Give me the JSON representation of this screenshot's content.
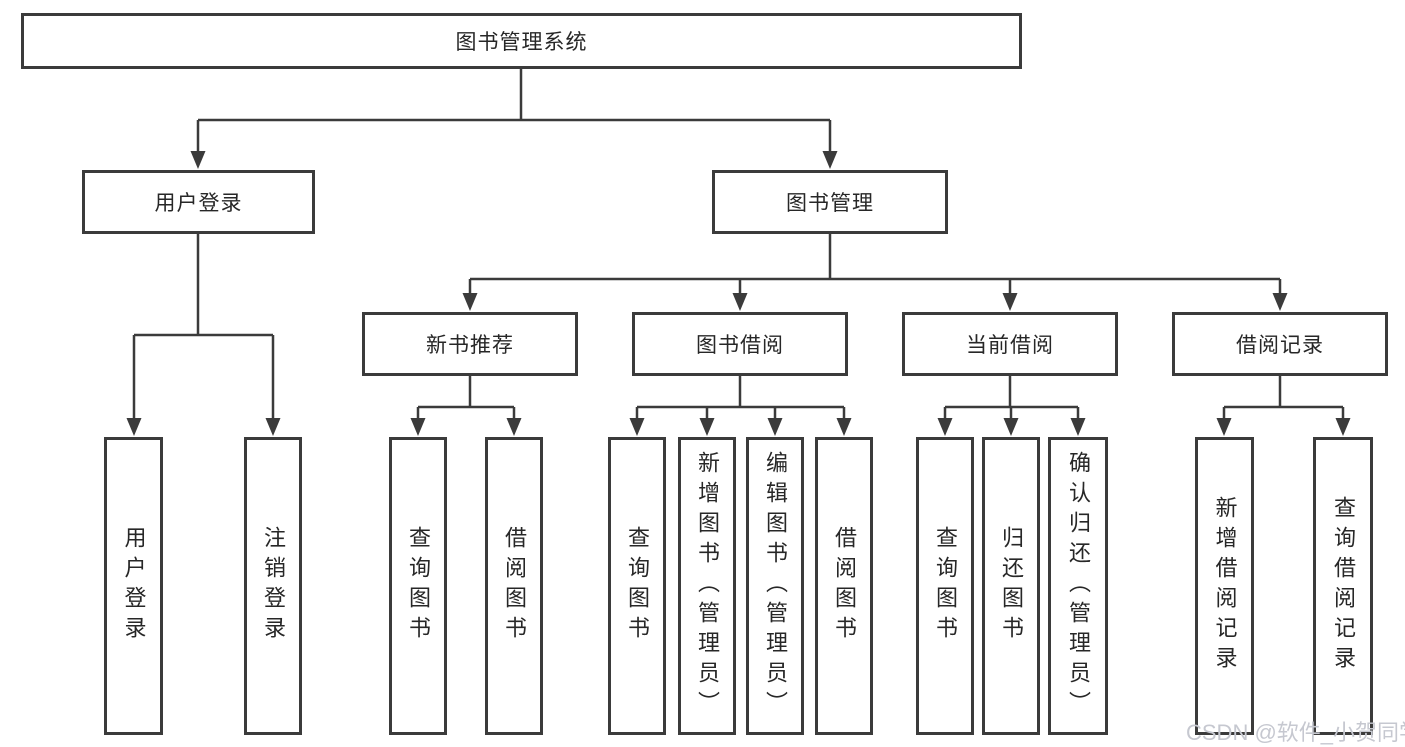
{
  "meta": {
    "type": "hierarchy-tree-diagram"
  },
  "tree": {
    "root": {
      "label": "图书管理系统"
    },
    "branches": [
      {
        "label": "用户登录",
        "children": [
          {
            "label": "用户登录"
          },
          {
            "label": "注销登录"
          }
        ]
      },
      {
        "label": "图书管理",
        "children": [
          {
            "label": "新书推荐",
            "children": [
              {
                "label": "查询图书"
              },
              {
                "label": "借阅图书"
              }
            ]
          },
          {
            "label": "图书借阅",
            "children": [
              {
                "label": "查询图书"
              },
              {
                "label": "新增图书（管理员）"
              },
              {
                "label": "编辑图书（管理员）"
              },
              {
                "label": "借阅图书"
              }
            ]
          },
          {
            "label": "当前借阅",
            "children": [
              {
                "label": "查询图书"
              },
              {
                "label": "归还图书"
              },
              {
                "label": "确认归还（管理员）"
              }
            ]
          },
          {
            "label": "借阅记录",
            "children": [
              {
                "label": "新增借阅记录"
              },
              {
                "label": "查询借阅记录"
              }
            ]
          }
        ]
      }
    ]
  },
  "watermark": {
    "text": "CSDN @软件_小贺同学"
  },
  "colors": {
    "line": "#3b3b3b",
    "box_border": "#3b3b3b",
    "text": "#272727",
    "box_background": "#ffffff",
    "page_background": "#ffffff",
    "watermark": "#c6c8d0"
  }
}
